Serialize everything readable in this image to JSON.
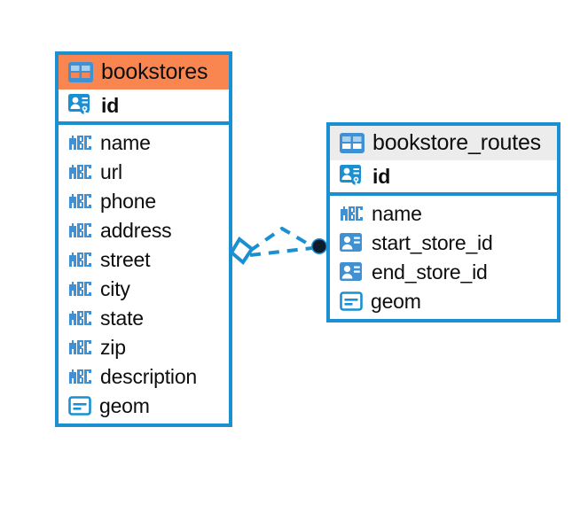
{
  "diagram": {
    "type": "entity-relationship-diagram",
    "colors": {
      "border": "#1a8fd1",
      "highlight_header": "#f98650",
      "default_header": "#ececec",
      "icon_blue": "#3f91d4",
      "text": "#0d0d0d",
      "endpoint_dark": "#0d1b2a",
      "canvas": "#ffffff"
    },
    "entities": [
      {
        "name": "bookstores",
        "header_icon": "table-icon",
        "header_style": "highlighted",
        "fields": [
          {
            "name": "id",
            "icon": "primary-key-icon",
            "bold": true
          },
          {
            "name": "name",
            "icon": "text-abc-icon",
            "bold": false
          },
          {
            "name": "url",
            "icon": "text-abc-icon",
            "bold": false
          },
          {
            "name": "phone",
            "icon": "text-abc-icon",
            "bold": false
          },
          {
            "name": "address",
            "icon": "text-abc-icon",
            "bold": false
          },
          {
            "name": "street",
            "icon": "text-abc-icon",
            "bold": false
          },
          {
            "name": "city",
            "icon": "text-abc-icon",
            "bold": false
          },
          {
            "name": "state",
            "icon": "text-abc-icon",
            "bold": false
          },
          {
            "name": "zip",
            "icon": "text-abc-icon",
            "bold": false
          },
          {
            "name": "description",
            "icon": "text-abc-icon",
            "bold": false
          },
          {
            "name": "geom",
            "icon": "geometry-icon",
            "bold": false
          }
        ]
      },
      {
        "name": "bookstore_routes",
        "header_icon": "table-icon",
        "header_style": "default",
        "fields": [
          {
            "name": "id",
            "icon": "primary-key-icon",
            "bold": true
          },
          {
            "name": "name",
            "icon": "text-abc-icon",
            "bold": false
          },
          {
            "name": "start_store_id",
            "icon": "foreign-key-icon",
            "bold": false
          },
          {
            "name": "end_store_id",
            "icon": "foreign-key-icon",
            "bold": false
          },
          {
            "name": "geom",
            "icon": "geometry-icon",
            "bold": false
          }
        ]
      }
    ],
    "relationship": {
      "style": "dashed",
      "source_endpoint": "diamond-open",
      "target_endpoint": "circle-filled"
    }
  }
}
